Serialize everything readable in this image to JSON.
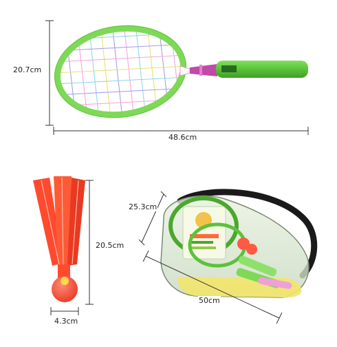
{
  "measurements": {
    "racket_height": "20.7cm",
    "racket_length": "48.6cm",
    "shuttlecock_height": "20.5cm",
    "shuttlecock_ball_width": "4.3cm",
    "bag_height": "25.3cm",
    "bag_length": "50cm"
  },
  "colors": {
    "racket_frame": "#7ed957",
    "racket_handle": "#5cc23a",
    "racket_collar": "#c04aa8",
    "feather": "#ff4a2e",
    "ball": "#ff5a45",
    "bag_strap": "#1a1a1a",
    "bag_base": "#f2e66a"
  }
}
